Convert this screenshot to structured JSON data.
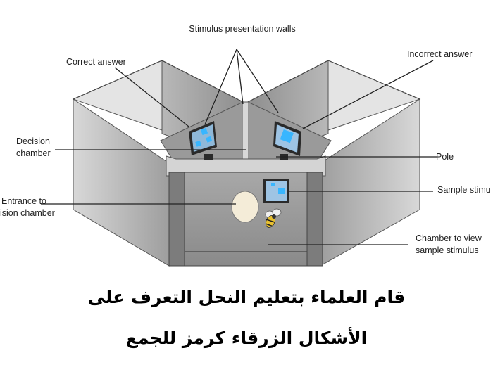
{
  "labels": {
    "stimulus_walls": "Stimulus presentation walls",
    "correct_answer": "Correct answer",
    "incorrect_answer": "Incorrect answer",
    "decision_chamber_1": "Decision",
    "decision_chamber_2": "chamber",
    "pole": "Pole",
    "entrance_1": "Entrance to",
    "entrance_2": "ision chamber",
    "sample_stimulus": "Sample stimu",
    "view_chamber_1": "Chamber to view",
    "view_chamber_2": "sample stimulus"
  },
  "caption": {
    "line1": "قام العلماء بتعليم النحل التعرف على",
    "line2": "الأشكال الزرقاء كرمز للجمع"
  },
  "colors": {
    "wall_light": "#c9c9c9",
    "wall_mid": "#a9a9a9",
    "wall_dark": "#7d7d7d",
    "stimulus_blue": "#38b6ff",
    "frame": "#3a3a3a"
  }
}
